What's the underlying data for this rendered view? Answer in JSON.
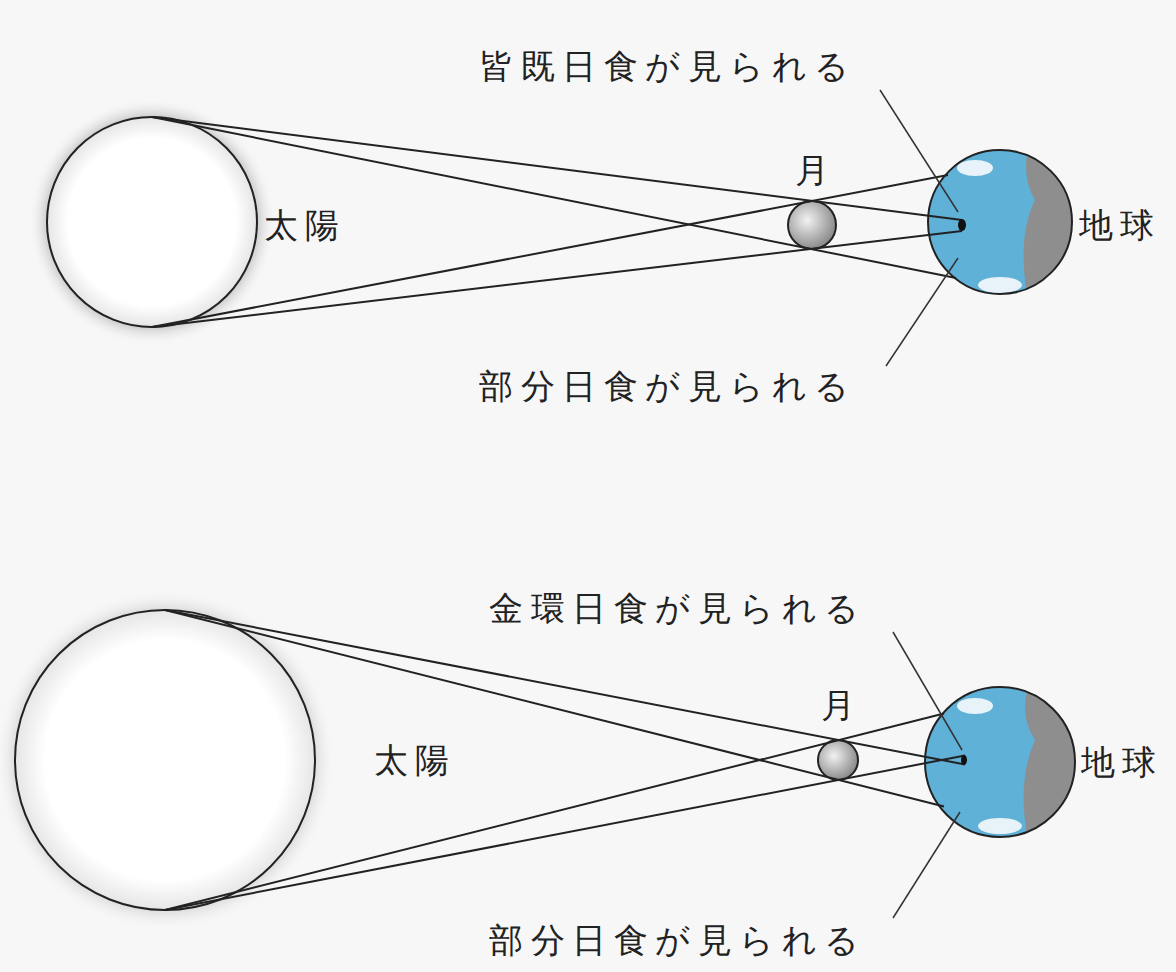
{
  "diagram": {
    "labels": [
      "皆既日食が見られる",
      "月",
      "太陽",
      "地球",
      "部分日食が見られる",
      "金環日食が見られる",
      "月",
      "太陽",
      "地球",
      "部分日食が見られる"
    ]
  }
}
